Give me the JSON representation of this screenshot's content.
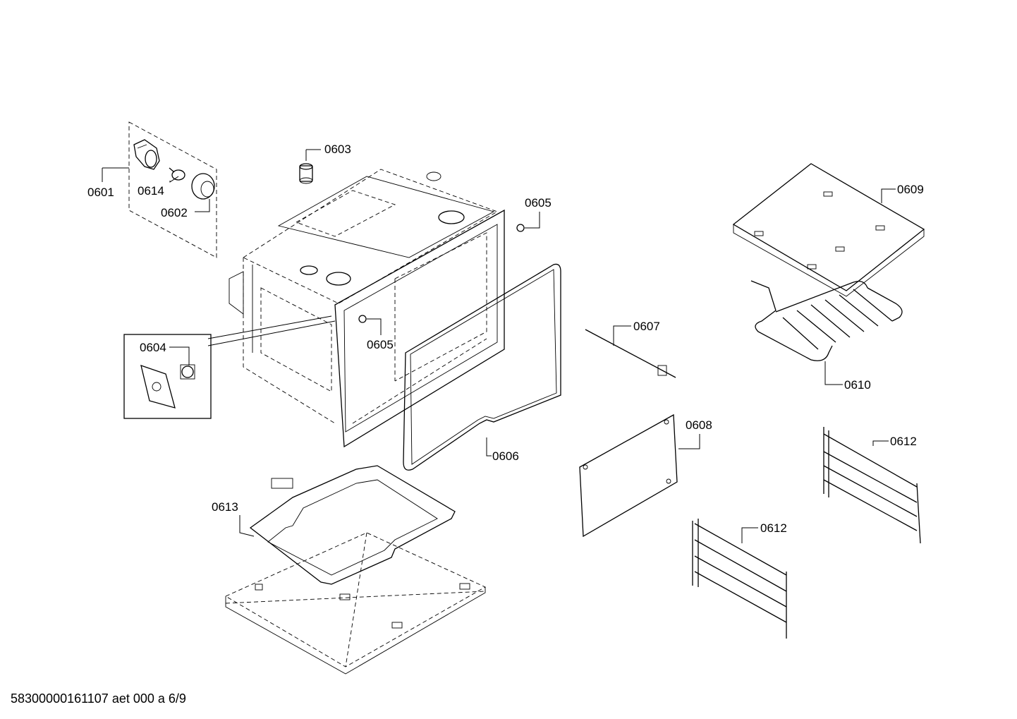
{
  "callouts": {
    "c0601": "0601",
    "c0602": "0602",
    "c0603": "0603",
    "c0604": "0604",
    "c0605a": "0605",
    "c0605b": "0605",
    "c0606": "0606",
    "c0607": "0607",
    "c0608": "0608",
    "c0609": "0609",
    "c0610": "0610",
    "c0612a": "0612",
    "c0612b": "0612",
    "c0613": "0613",
    "c0614": "0614"
  },
  "footer": "58300000161107 aet 000 a 6/9"
}
